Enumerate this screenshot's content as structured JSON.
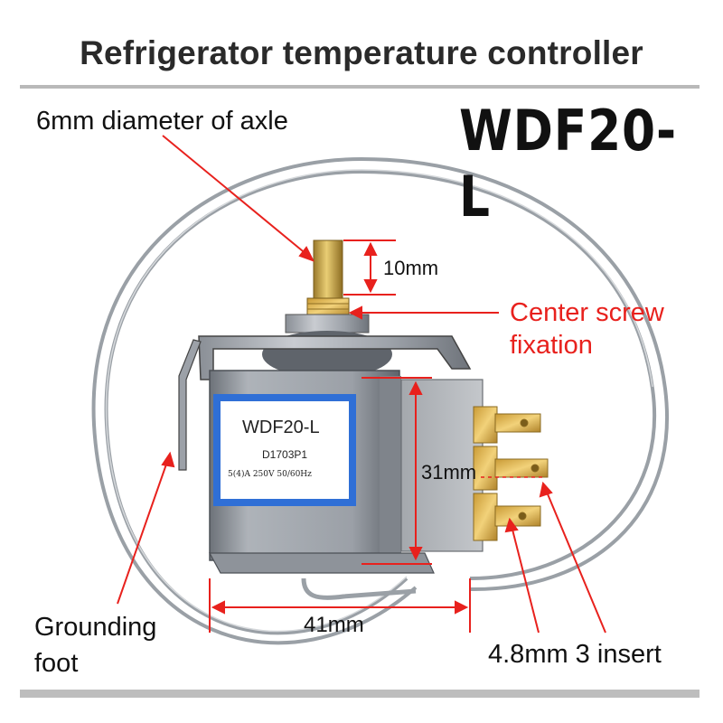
{
  "title": "Refrigerator temperature controller",
  "model": "WDF20-L",
  "labels": {
    "axle": "6mm diameter of axle",
    "shaft_length": "10mm",
    "center_screw_line1": "Center screw",
    "center_screw_line2": "fixation",
    "height": "31mm",
    "width": "41mm",
    "grounding_line1": "Grounding",
    "grounding_line2": "foot",
    "insert": "4.8mm 3 insert"
  },
  "sticker": {
    "model": "WDF20-L",
    "code": "D1703P1",
    "rating": "5(4)A 250V 50/60Hz"
  },
  "colors": {
    "annotation_red": "#e8211d",
    "title_text": "#2a2a2a",
    "divider_gray": "#bdbdbd",
    "sticker_blue": "#2f6fd6"
  }
}
